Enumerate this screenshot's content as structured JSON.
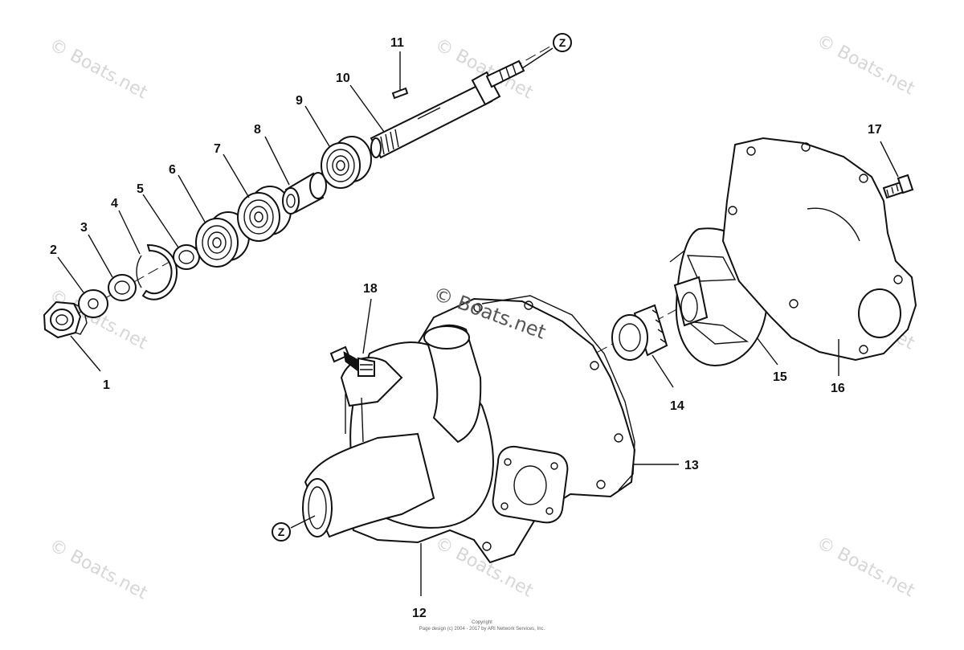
{
  "diagram": {
    "callouts": [
      {
        "id": "1",
        "label": "1"
      },
      {
        "id": "2",
        "label": "2"
      },
      {
        "id": "3",
        "label": "3"
      },
      {
        "id": "4",
        "label": "4"
      },
      {
        "id": "5",
        "label": "5"
      },
      {
        "id": "6",
        "label": "6"
      },
      {
        "id": "7",
        "label": "7"
      },
      {
        "id": "8",
        "label": "8"
      },
      {
        "id": "9",
        "label": "9"
      },
      {
        "id": "10",
        "label": "10"
      },
      {
        "id": "11",
        "label": "11"
      },
      {
        "id": "12",
        "label": "12"
      },
      {
        "id": "13",
        "label": "13"
      },
      {
        "id": "14",
        "label": "14"
      },
      {
        "id": "15",
        "label": "15"
      },
      {
        "id": "16",
        "label": "16"
      },
      {
        "id": "17",
        "label": "17"
      },
      {
        "id": "18",
        "label": "18"
      }
    ],
    "reference_markers": [
      "Z",
      "Z"
    ],
    "watermarks": {
      "repeated": "© Boats.net",
      "center": "© Boats.net"
    },
    "footer": {
      "line1": "Copyright",
      "line2": "Page design (c) 2004 - 2017 by ARI Network Services, Inc."
    }
  }
}
